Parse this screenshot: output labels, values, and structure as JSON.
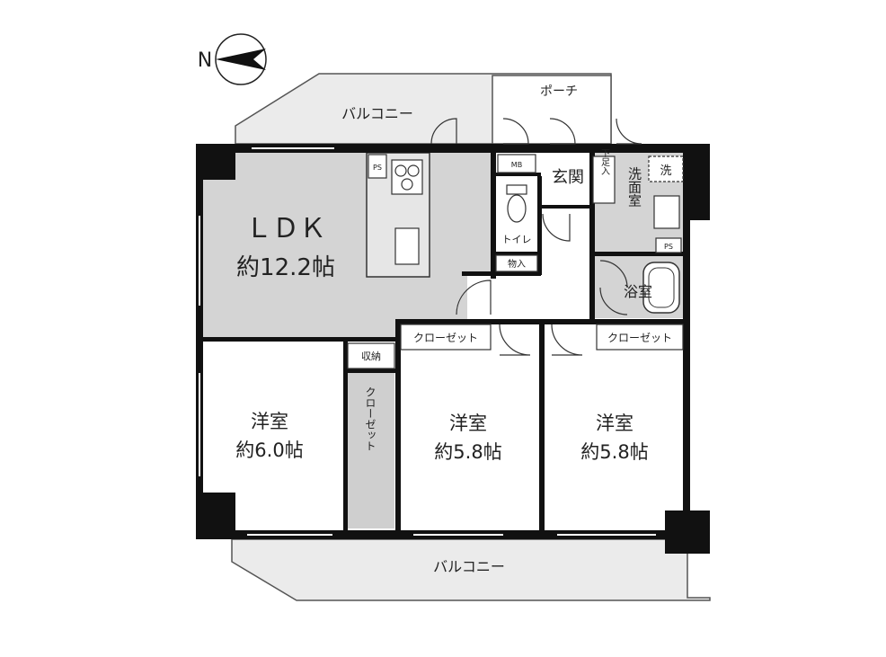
{
  "compass": {
    "label": "N"
  },
  "rooms": {
    "ldk": {
      "name": "ＬＤＫ",
      "size": "約12.2帖"
    },
    "western1": {
      "name": "洋室",
      "size": "約6.0帖"
    },
    "western2": {
      "name": "洋室",
      "size": "約5.8帖"
    },
    "western3": {
      "name": "洋室",
      "size": "約5.8帖"
    },
    "entrance": "玄関",
    "washroom": "洗面室",
    "bathroom": "浴室",
    "toilet": "トイレ",
    "porch": "ポーチ"
  },
  "storage": {
    "closet1": "クローゼット",
    "closet2": "クローゼット",
    "closet_vertical": "クローゼット",
    "shuunou": "収納",
    "monoire": "物入",
    "shoebox": "下足入"
  },
  "fixtures": {
    "ps1": "PS",
    "ps2": "PS",
    "mb": "MB",
    "washer": "洗"
  },
  "balconies": {
    "north": "バルコニー",
    "south": "バルコニー"
  },
  "colors": {
    "wall": "#111111",
    "ldk_floor": "#d4d4d4",
    "wet_floor": "#d4d4d4",
    "closet_fill": "#cfcfcf",
    "balcony_fill": "#ebebeb"
  }
}
